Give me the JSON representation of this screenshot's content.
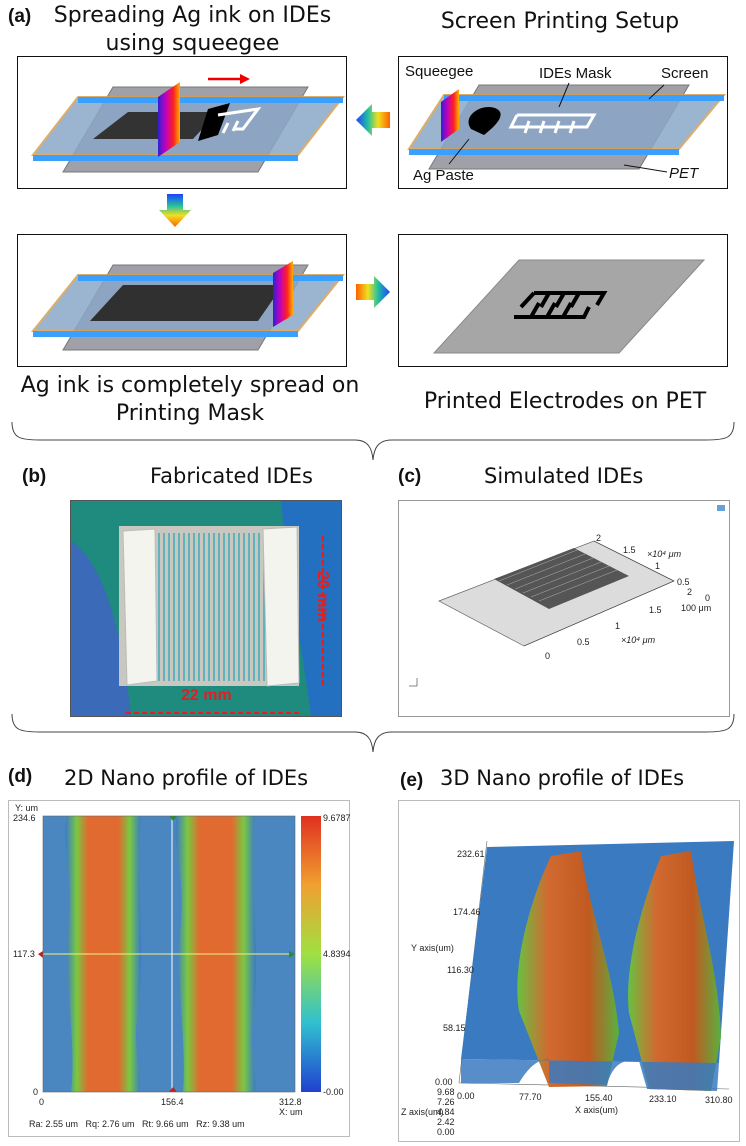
{
  "panel_a": {
    "letter": "(a)",
    "title_left": "Spreading Ag ink on IDEs using squeegee",
    "title_right": "Screen Printing Setup",
    "setup_labels": {
      "squeegee": "Squeegee",
      "ides_mask": "IDEs Mask",
      "screen": "Screen",
      "ag_paste": "Ag Paste",
      "pet": "PET"
    },
    "caption_bottom_left": "Ag ink is completely spread on Printing Mask",
    "caption_bottom_right": "Printed Electrodes on PET"
  },
  "panel_b": {
    "letter": "(b)",
    "title": "Fabricated IDEs",
    "dim_height": "20 mm",
    "dim_width": "22 mm"
  },
  "panel_c": {
    "letter": "(c)",
    "title": "Simulated IDEs",
    "axis_top_ticks": [
      "2",
      "1.5",
      "1",
      "0.5",
      "0"
    ],
    "axis_top_unit": "×10⁴ μm",
    "axis_z_label": "100  μm",
    "axis_bottom_ticks": [
      "0",
      "0.5",
      "1",
      "1.5",
      "2"
    ],
    "axis_bottom_unit": "×10⁴ μm"
  },
  "panel_d": {
    "letter": "(d)",
    "title": "2D Nano profile of IDEs",
    "y_axis_label": "Y: um",
    "y_ticks": [
      "234.6",
      "117.3",
      "0"
    ],
    "x_ticks": [
      "0",
      "156.4",
      "312.8"
    ],
    "x_axis_label": "X: um",
    "colorbar_ticks": [
      "9.6787",
      "4.8394",
      "-0.00"
    ],
    "stats": "Ra: 2.55 um   Rq: 2.76 um   Rt: 9.66 um   Rz: 9.38 um"
  },
  "panel_e": {
    "letter": "(e)",
    "title": "3D Nano profile of IDEs",
    "y_axis_label": "Y axis(um)",
    "y_ticks": [
      "232.61",
      "174.46",
      "116.30",
      "58.15",
      "0.00"
    ],
    "z_axis_label": "Z axis(um)",
    "z_ticks": [
      "9.68",
      "7.26",
      "4.84",
      "2.42",
      "0.00"
    ],
    "x_axis_label": "X axis(um)",
    "x_ticks": [
      "0.00",
      "77.70",
      "155.40",
      "233.10",
      "310.80"
    ]
  }
}
